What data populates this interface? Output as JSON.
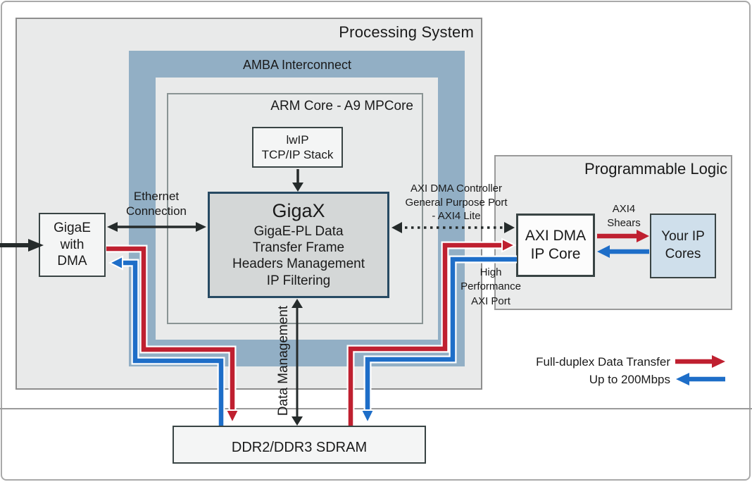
{
  "diagram": {
    "processing_system": {
      "title": "Processing System"
    },
    "amba": {
      "label": "AMBA Interconnect"
    },
    "arm_core": {
      "title": "ARM Core - A9 MPCore"
    },
    "lwip": {
      "line1": "lwIP",
      "line2": "TCP/IP Stack"
    },
    "gigax": {
      "title": "GigaX",
      "lines": [
        "GigaE-PL Data",
        "Transfer Frame",
        "Headers Management",
        "IP Filtering"
      ]
    },
    "gigae": {
      "lines": [
        "GigaE",
        "with",
        "DMA"
      ]
    },
    "programmable_logic": {
      "title": "Programmable Logic"
    },
    "axi_dma": {
      "line1": "AXI DMA",
      "line2": "IP Core"
    },
    "your_ip": {
      "line1": "Your IP",
      "line2": "Cores"
    },
    "sdram": {
      "label": "DDR2/DDR3 SDRAM"
    },
    "labels": {
      "ethernet": [
        "Ethernet",
        "Connection"
      ],
      "gp_port": [
        "AXI DMA Controller",
        "General Purpose Port",
        "- AXI4 Lite"
      ],
      "hp_port": [
        "High",
        "Performance",
        "AXI Port"
      ],
      "axi4_shears": [
        "AXI4",
        "Shears"
      ],
      "data_management": "Data Management"
    },
    "legend": {
      "line1": "Full-duplex Data Transfer",
      "line2": "Up to 200Mbps"
    },
    "colors": {
      "red": "#bf2030",
      "blue": "#1e6ec8",
      "black": "#252b2b",
      "white": "#ffffff",
      "amba_band": "#92afc5"
    }
  }
}
